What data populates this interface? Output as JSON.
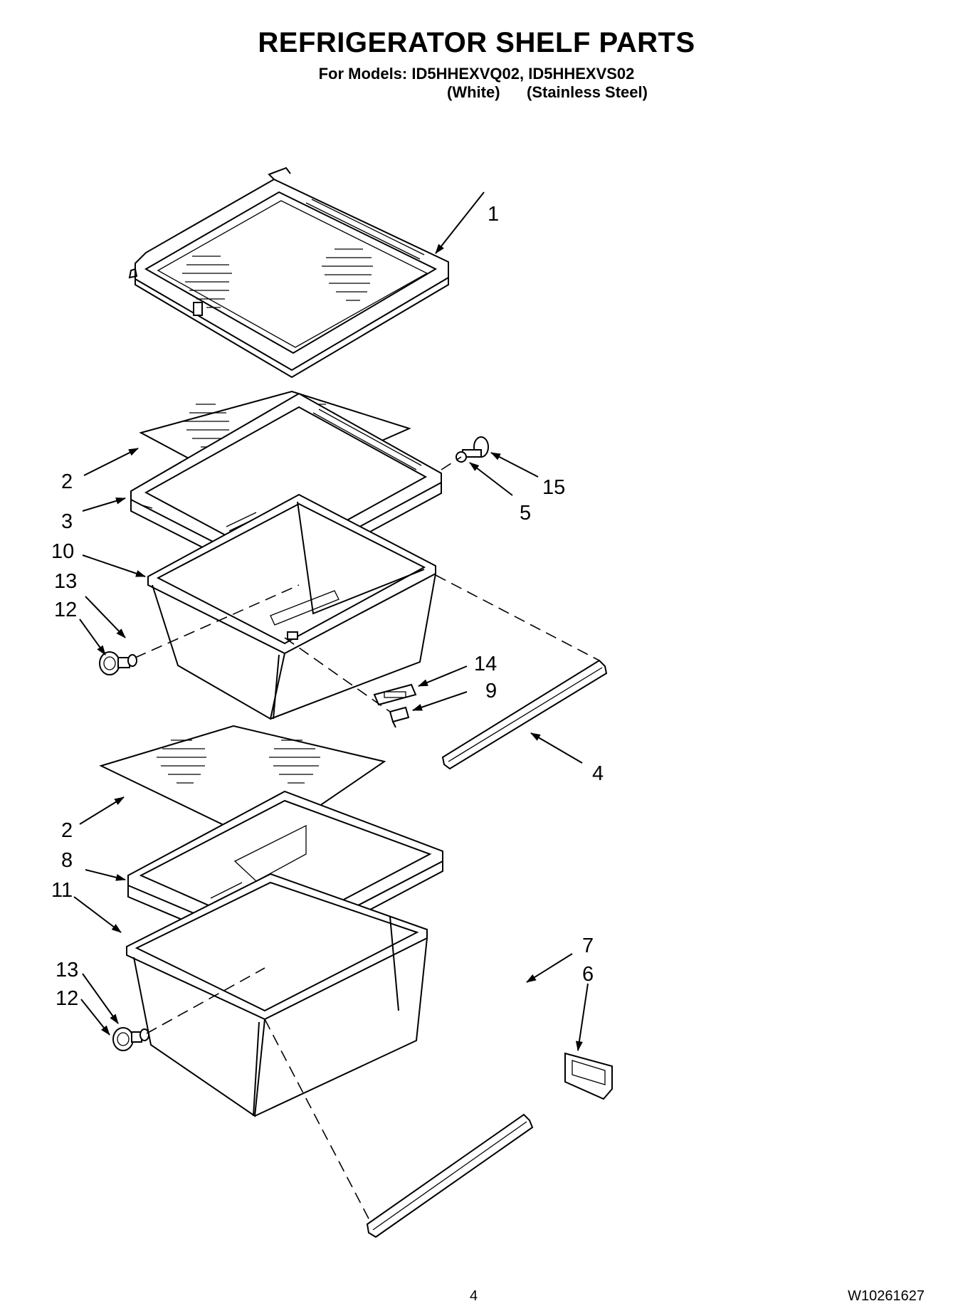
{
  "header": {
    "title": "REFRIGERATOR SHELF PARTS",
    "models_line": "For Models: ID5HHEXVQ02, ID5HHEXVS02",
    "variant_white": "(White)",
    "variant_stainless": "(Stainless Steel)"
  },
  "callouts": {
    "c1": "1",
    "c2a": "2",
    "c3": "3",
    "c10": "10",
    "c13a": "13",
    "c12a": "12",
    "c15": "15",
    "c5": "5",
    "c14": "14",
    "c9": "9",
    "c4": "4",
    "c2b": "2",
    "c8": "8",
    "c11": "11",
    "c7": "7",
    "c6": "6",
    "c13b": "13",
    "c12b": "12"
  },
  "footer": {
    "page_number": "4",
    "doc_number": "W10261627"
  }
}
